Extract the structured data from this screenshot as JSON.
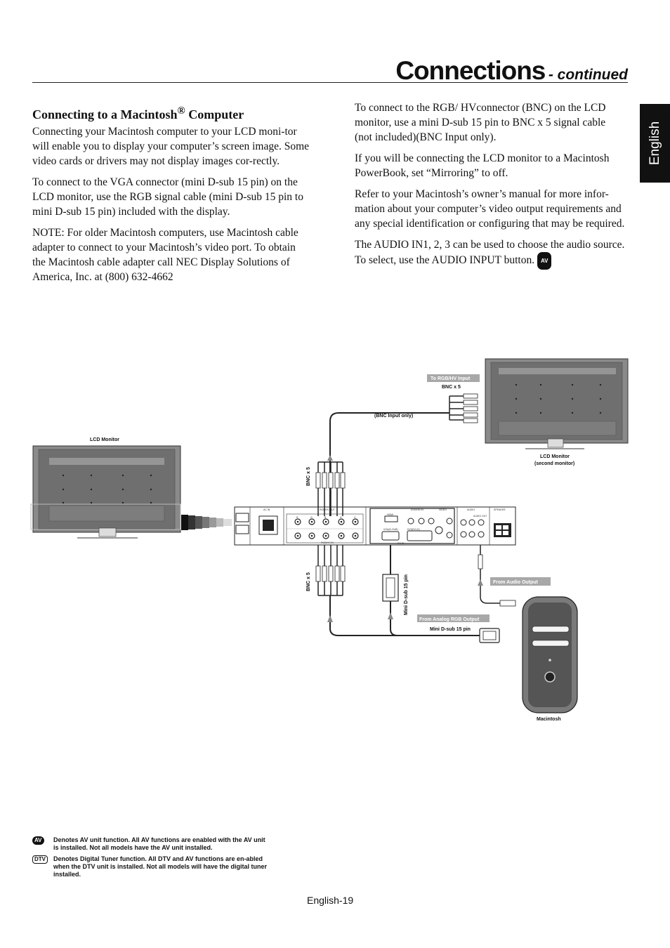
{
  "header": {
    "title": "Connections",
    "subtitle": "- continued"
  },
  "side_tab": {
    "label": "English"
  },
  "left_column": {
    "heading_prefix": "Connecting to a Macintosh",
    "heading_reg": "®",
    "heading_suffix": " Computer",
    "p1": "Connecting your Macintosh computer to your LCD moni-tor will enable you to display your computer’s screen image. Some video cards or drivers may not display images cor-rectly.",
    "p2": "To connect to the VGA connector (mini D-sub 15 pin) on the LCD monitor, use the RGB signal cable (mini D-sub 15 pin to mini D-sub 15 pin) included with the display.",
    "p3": "NOTE: For older Macintosh computers, use Macintosh cable adapter to connect to your Macintosh’s video port. To obtain the Macintosh cable adapter call NEC Display Solutions of America, Inc. at (800) 632-4662"
  },
  "right_column": {
    "p1": "To connect to the RGB/ HVconnector (BNC) on the LCD monitor, use a mini D-sub 15 pin to BNC x 5 signal cable (not included)(BNC Input only).",
    "p2": "If you will be connecting the LCD monitor to a Macintosh PowerBook, set “Mirroring” to off.",
    "p3": "Refer to your Macintosh’s owner’s manual for more infor-mation about your computer’s video output requirements and any special identification or configuring that may be required.",
    "p4": "The AUDIO IN1, 2, 3 can be used to choose the audio source. To select, use the AUDIO INPUT button.",
    "av_badge": "AV"
  },
  "diagram": {
    "label_lcd_monitor": "LCD Monitor",
    "label_second_monitor_1": "LCD Monitor",
    "label_second_monitor_2": "(second monitor)",
    "label_to_rgbhv": "To RGB/HV Input",
    "label_bnc_x5_top": "BNC x 5",
    "label_bnc_input_only": "(BNC Input only)",
    "label_bnc_x5_upper": "BNC x 5",
    "label_bnc_x5_lower": "BNC x 5",
    "label_mini_dsub_vertical": "Mini D-sub 15 pin",
    "label_from_audio": "From Audio Output",
    "label_from_analog": "From Analog RGB Output",
    "label_mini_dsub": "Mini D-sub 15 pin",
    "label_macintosh": "Macintosh",
    "panel_ac_in": "AC IN",
    "panel_rgbhv_out": "RGB/HV OUT",
    "panel_rgbhv_in": "RGB/HV IN",
    "panel_hdmi": "HDMI",
    "panel_dvd_hd": "DVD/HD IN",
    "panel_video": "VIDEO",
    "panel_audio": "AUDIO",
    "panel_speaker": "SPEAKER",
    "panel_vga": "VGA(D-SUB)",
    "panel_dvi": "DVI(DVI-D)",
    "panel_pc_in": "PC IN",
    "panel_audio_out": "AUDIO OUT",
    "bnc_letters": [
      "R",
      "G",
      "B",
      "H",
      "V"
    ]
  },
  "notes": [
    {
      "icon": "AV",
      "text": "Denotes AV unit function. All AV functions are enabled with the AV unit is installed. Not all models have the AV unit installed."
    },
    {
      "icon": "DTV",
      "text": "Denotes Digital Tuner function. All DTV and AV functions are en-abled when the DTV unit is installed. Not all models will have the digital tuner installed."
    }
  ],
  "footer": {
    "page": "English-19"
  }
}
